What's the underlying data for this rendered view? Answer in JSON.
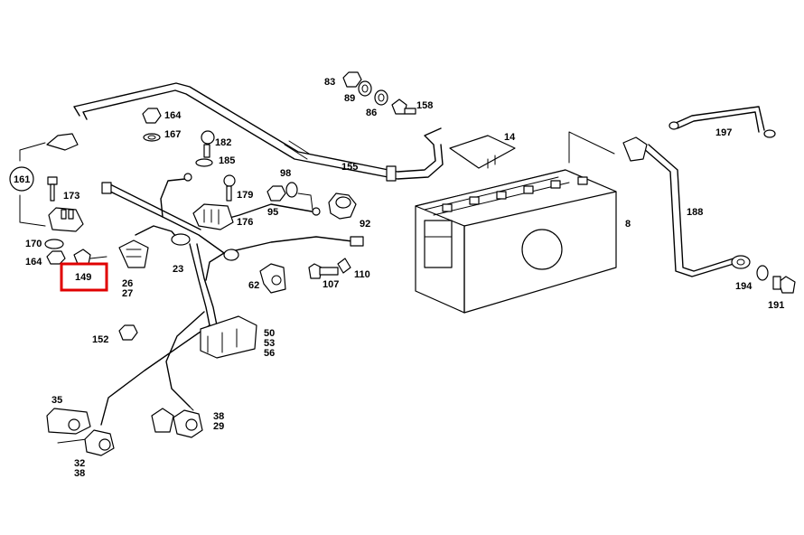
{
  "highlight_color": "#e00000",
  "labels": {
    "l83": "83",
    "l89": "89",
    "l86": "86",
    "l158": "158",
    "l164a": "164",
    "l167": "167",
    "l182": "182",
    "l185": "185",
    "l179": "179",
    "l176": "176",
    "l98": "98",
    "l95": "95",
    "l92": "92",
    "l155": "155",
    "l14": "14",
    "l8": "8",
    "l197": "197",
    "l188": "188",
    "l194": "194",
    "l191": "191",
    "l161": "161",
    "l173": "173",
    "l170": "170",
    "l164b": "164",
    "l149": "149",
    "l26": "26",
    "l27": "27",
    "l23": "23",
    "l62": "62",
    "l107": "107",
    "l110": "110",
    "l152": "152",
    "l50": "50",
    "l53": "53",
    "l56": "56",
    "l35": "35",
    "l32": "32",
    "l38a": "38",
    "l38b": "38",
    "l29": "29"
  }
}
